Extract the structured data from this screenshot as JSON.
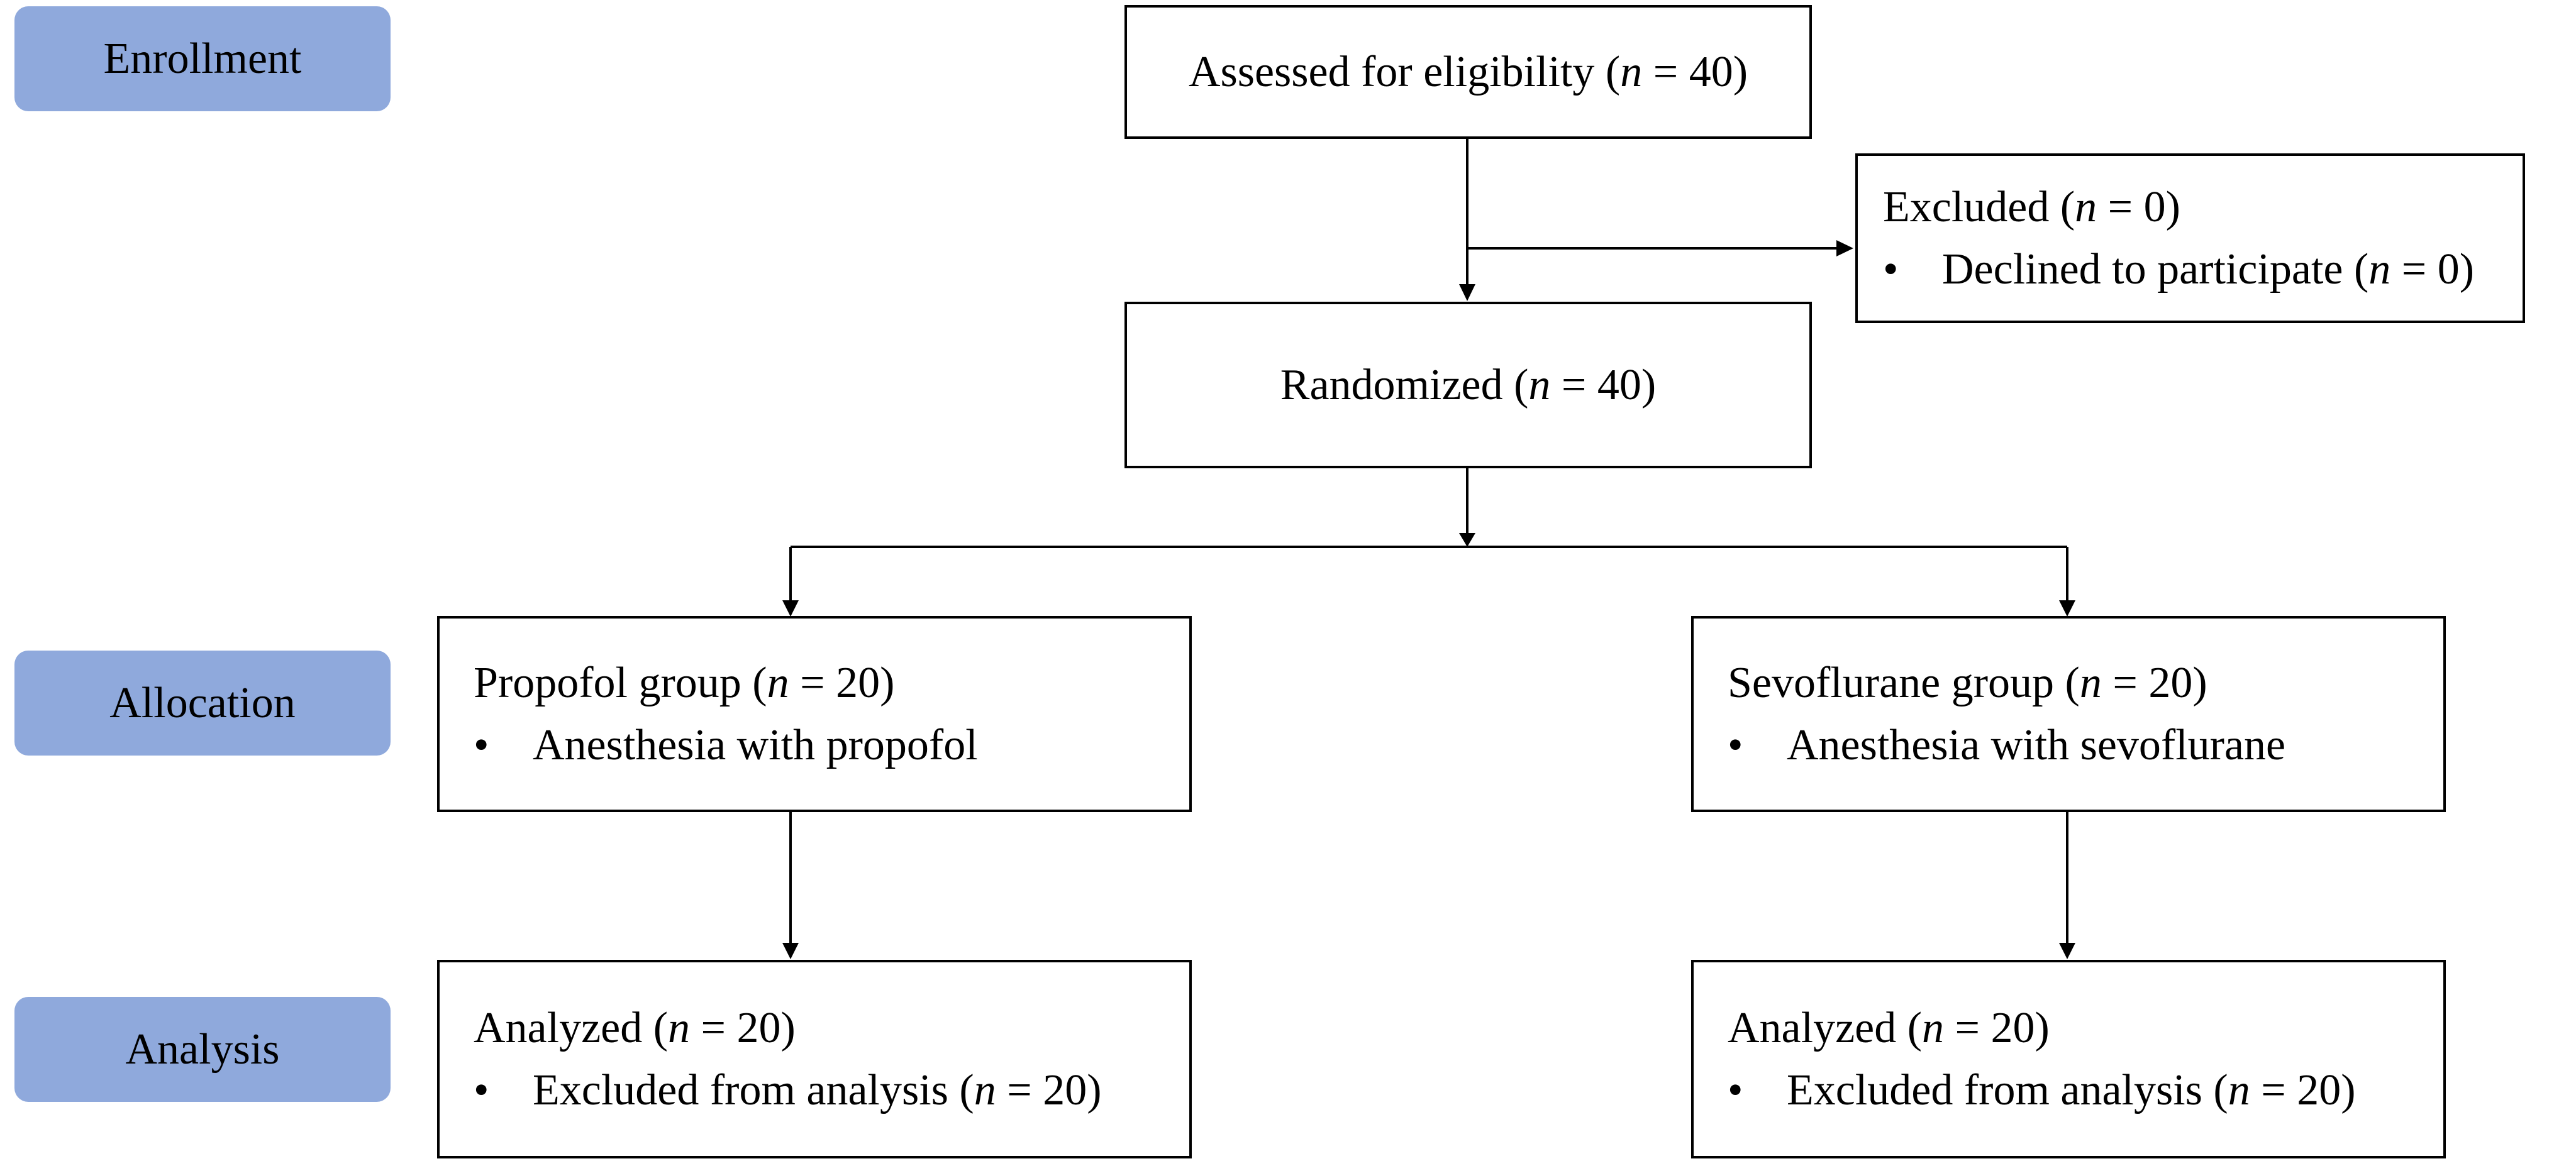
{
  "colors": {
    "stage_fill": "#8fa9dc",
    "line": "#000000",
    "box_border": "#000000"
  },
  "stages": {
    "enrollment": "Enrollment",
    "allocation": "Allocation",
    "analysis": "Analysis"
  },
  "assessed": {
    "prefix": "Assessed for eligibility (",
    "n": "n",
    "suffix": " = 40)"
  },
  "excluded": {
    "title_prefix": "Excluded (",
    "title_n": "n",
    "title_suffix": " = 0)",
    "bullet": "•",
    "item_prefix": "Declined to participate (",
    "item_n": "n",
    "item_suffix": " = 0)"
  },
  "randomized": {
    "prefix": "Randomized (",
    "n": "n",
    "suffix": " = 40)"
  },
  "propofol": {
    "title_prefix": "Propofol group (",
    "title_n": "n",
    "title_suffix": " = 20)",
    "bullet": "•",
    "item": "Anesthesia with propofol"
  },
  "sevoflurane": {
    "title_prefix": "Sevoflurane group (",
    "title_n": "n",
    "title_suffix": " = 20)",
    "bullet": "•",
    "item": "Anesthesia with sevoflurane"
  },
  "analyzed_left": {
    "title_prefix": "Analyzed (",
    "title_n": "n",
    "title_suffix": " = 20)",
    "bullet": "•",
    "item_prefix": "Excluded from analysis (",
    "item_n": "n",
    "item_suffix": " = 20)"
  },
  "analyzed_right": {
    "title_prefix": "Analyzed (",
    "title_n": "n",
    "title_suffix": " = 20)",
    "bullet": "•",
    "item_prefix": "Excluded from analysis (",
    "item_n": "n",
    "item_suffix": " = 20)"
  }
}
